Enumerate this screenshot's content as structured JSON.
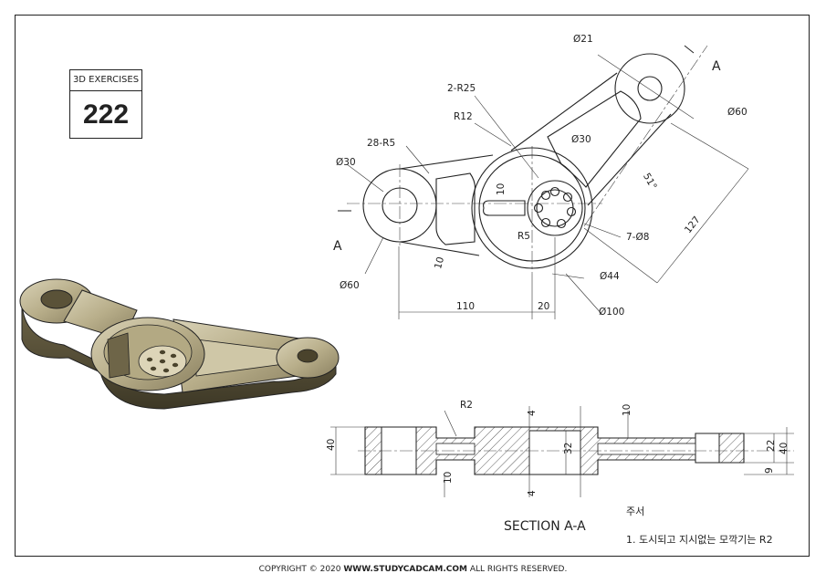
{
  "badge": {
    "label": "3D EXERCISES",
    "number": "222"
  },
  "footer": {
    "prefix": "COPYRIGHT © 2020 ",
    "site": "WWW.STUDYCADCAM.COM",
    "suffix": " ALL RIGHTS RESERVED."
  },
  "top_view": {
    "section_mark": "A",
    "dims": {
      "d21": "Ø21",
      "r25": "2-R25",
      "r12": "R12",
      "d30_center": "Ø30",
      "r5_28": "28-R5",
      "d30_left": "Ø30",
      "angle": "51°",
      "d60_right": "Ø60",
      "len127": "127",
      "ten_rib": "10",
      "r5": "R5",
      "holes": "7-Ø8",
      "ten_slot": "10",
      "d60_left": "Ø60",
      "d44": "Ø44",
      "d100": "Ø100",
      "len110": "110",
      "len20": "20"
    }
  },
  "section_view": {
    "title": "SECTION A-A",
    "dims": {
      "r2": "R2",
      "h40_left": "40",
      "four_top": "4",
      "ten_top": "10",
      "h32": "32",
      "ten_bottom": "10",
      "four_bottom": "4",
      "h22": "22",
      "h40_right": "40",
      "nine": "9"
    }
  },
  "notes": {
    "heading": "주서",
    "line1": "1. 도시되고 지시없는 모깍기는 R2"
  }
}
